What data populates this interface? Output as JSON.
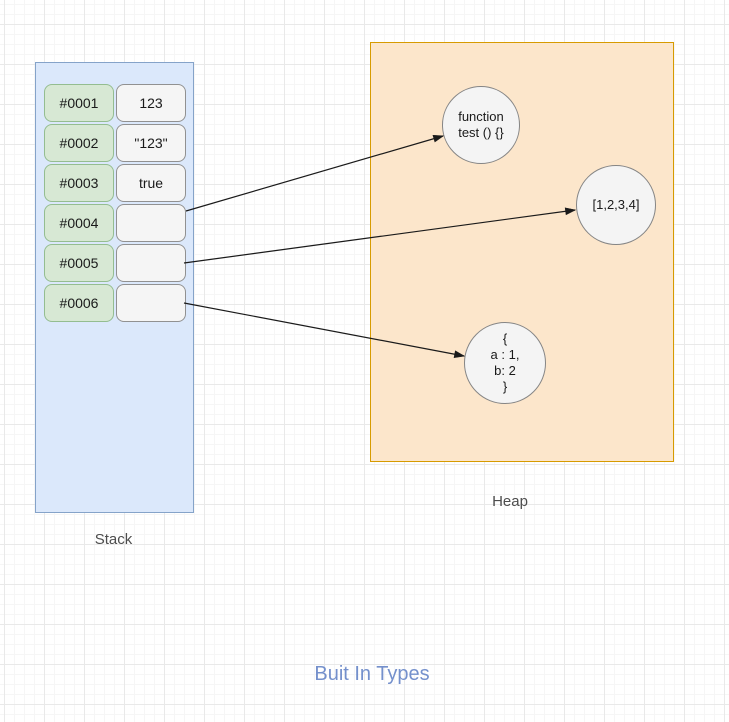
{
  "title": "Buit In Types",
  "stack": {
    "label": "Stack",
    "rows": [
      {
        "address": "#0001",
        "value": "123"
      },
      {
        "address": "#0002",
        "value": "\"123\""
      },
      {
        "address": "#0003",
        "value": "true"
      },
      {
        "address": "#0004",
        "value": ""
      },
      {
        "address": "#0005",
        "value": ""
      },
      {
        "address": "#0006",
        "value": ""
      }
    ]
  },
  "heap": {
    "label": "Heap",
    "nodes": [
      {
        "id": "function",
        "text": "function\ntest () {}"
      },
      {
        "id": "array",
        "text": "[1,2,3,4]"
      },
      {
        "id": "object",
        "text": "{\na : 1,\nb: 2\n}"
      }
    ]
  },
  "arrows": [
    {
      "from": "#0004",
      "to": "function"
    },
    {
      "from": "#0005",
      "to": "array"
    },
    {
      "from": "#0006",
      "to": "object"
    }
  ],
  "colors": {
    "canvas_bg": "#ffffff",
    "grid_minor": "#f6f6f6",
    "grid_major": "#e9e9e9",
    "stack_fill": "#dbe8fb",
    "stack_stroke": "#85a3c9",
    "addr_fill": "#d7e8d4",
    "addr_stroke": "#94bd90",
    "value_fill": "#f5f5f5",
    "value_stroke": "#919191",
    "heap_fill": "#fce6cb",
    "heap_stroke": "#d79b00",
    "node_fill": "#f4f4f4",
    "node_stroke": "#858585",
    "arrow": "#1a1a1a",
    "cell_text": "#1a1a1a",
    "label_text": "#4d4d4d",
    "title_text": "#7490cc"
  }
}
